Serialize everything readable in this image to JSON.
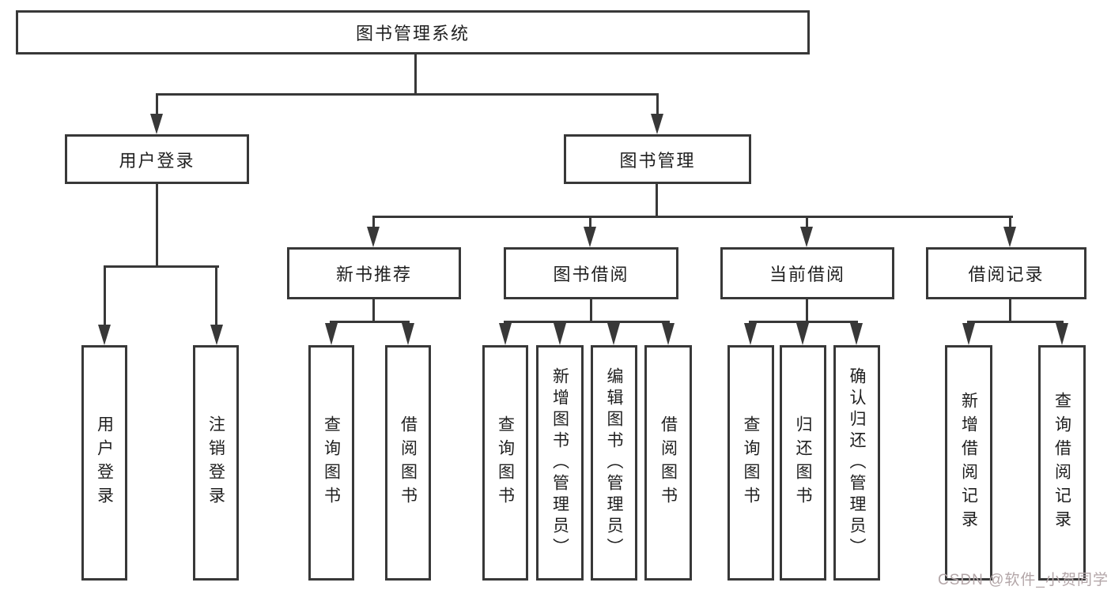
{
  "diagram": {
    "root": {
      "label": "图书管理系统"
    },
    "level2": [
      {
        "id": "user-login",
        "label": "用户登录"
      },
      {
        "id": "book-management",
        "label": "图书管理"
      }
    ],
    "level3": [
      {
        "id": "new-book-recommend",
        "label": "新书推荐",
        "parent": "图书管理"
      },
      {
        "id": "book-borrowing",
        "label": "图书借阅",
        "parent": "图书管理"
      },
      {
        "id": "current-borrowing",
        "label": "当前借阅",
        "parent": "图书管理"
      },
      {
        "id": "borrowing-records",
        "label": "借阅记录",
        "parent": "图书管理"
      }
    ],
    "leaves": [
      {
        "id": "leaf-user-login",
        "label": "用户登录",
        "parent": "用户登录"
      },
      {
        "id": "leaf-logout",
        "label": "注销登录",
        "parent": "用户登录"
      },
      {
        "id": "leaf-query-books-1",
        "label": "查询图书",
        "parent": "新书推荐"
      },
      {
        "id": "leaf-borrow-books-1",
        "label": "借阅图书",
        "parent": "新书推荐"
      },
      {
        "id": "leaf-query-books-2",
        "label": "查询图书",
        "parent": "图书借阅"
      },
      {
        "id": "leaf-add-books-admin",
        "label": "新增图书（管理员）",
        "parent": "图书借阅"
      },
      {
        "id": "leaf-edit-books-admin",
        "label": "编辑图书（管理员）",
        "parent": "图书借阅"
      },
      {
        "id": "leaf-borrow-books-2",
        "label": "借阅图书",
        "parent": "图书借阅"
      },
      {
        "id": "leaf-query-books-3",
        "label": "查询图书",
        "parent": "当前借阅"
      },
      {
        "id": "leaf-return-books",
        "label": "归还图书",
        "parent": "当前借阅"
      },
      {
        "id": "leaf-confirm-return-admin",
        "label": "确认归还（管理员）",
        "parent": "当前借阅"
      },
      {
        "id": "leaf-add-borrow-record",
        "label": "新增借阅记录",
        "parent": "借阅记录"
      },
      {
        "id": "leaf-query-borrow-record",
        "label": "查询借阅记录",
        "parent": "借阅记录"
      }
    ]
  },
  "watermark": {
    "text": "CSDN @软件_小贺同学"
  },
  "colors": {
    "line": "#383838",
    "box_border": "#383838",
    "box_background": "#ffffff",
    "text": "#1f1f1f",
    "watermark": "#b3a6a8"
  }
}
